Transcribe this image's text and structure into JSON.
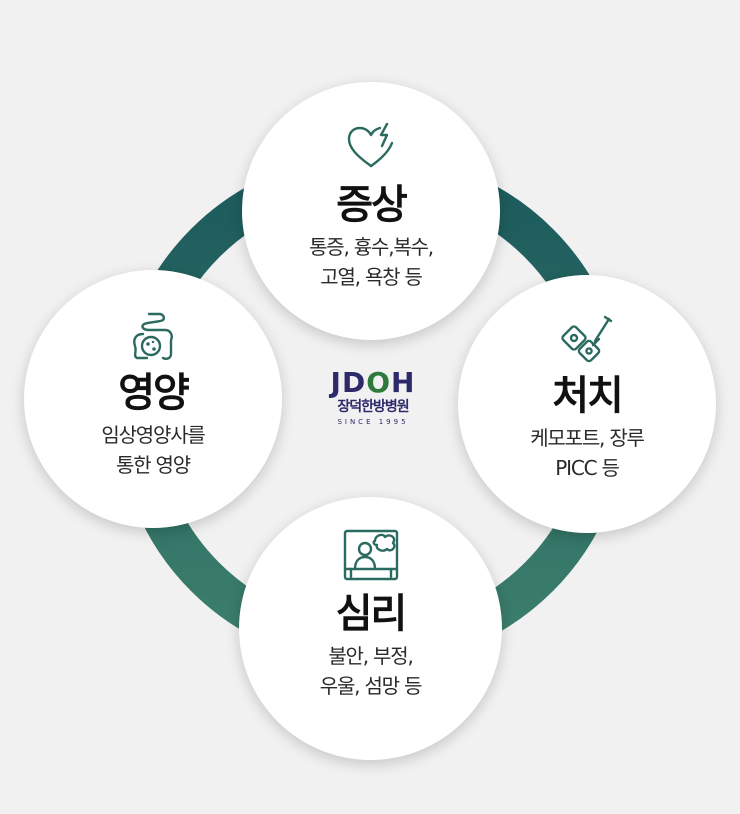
{
  "colors": {
    "ring_top": "#1c5a5c",
    "ring_bottom": "#3c7f6c",
    "icon": "#2b6a60",
    "logo_primary": "#2c2a6b",
    "logo_accent": "#2e7a3e"
  },
  "logo": {
    "mark_a": "JD",
    "mark_o": "O",
    "mark_b": "H",
    "name": "장덕한방병원",
    "since": "SINCE 1995"
  },
  "nodes": {
    "top": {
      "icon": "broken-heart-icon",
      "title": "증상",
      "line1": "통증, 흉수,복수,",
      "line2": "고열, 욕창 등"
    },
    "left": {
      "icon": "intestine-icon",
      "title": "영양",
      "line1": "임상영양사를",
      "line2": "통한 영양"
    },
    "right": {
      "icon": "catheter-port-icon",
      "title": "처치",
      "line1": "케모포트, 장루",
      "line2": "PICC 등"
    },
    "bottom": {
      "icon": "patient-bed-icon",
      "title": "심리",
      "line1": "불안, 부정,",
      "line2": "우울, 섬망 등"
    }
  }
}
